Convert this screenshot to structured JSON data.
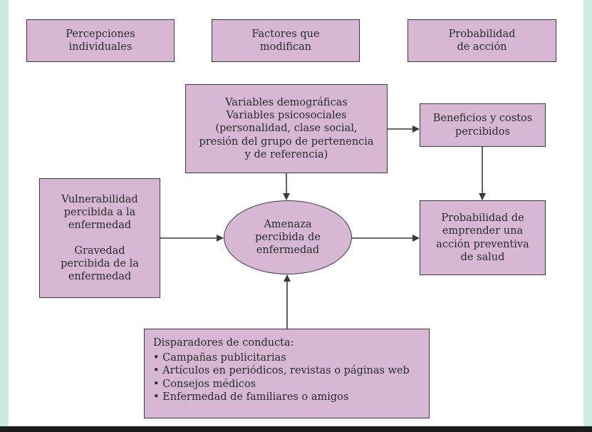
{
  "headers": {
    "left": [
      "Percepciones",
      "individuales"
    ],
    "middle": [
      "Factores que",
      "modifican"
    ],
    "right": [
      "Probabilidad",
      "de acción"
    ]
  },
  "modifiers": [
    "Variables demográficas",
    "Variables psicosociales",
    "(personalidad, clase social,",
    "presión del grupo de pertenencia",
    "y de referencia)"
  ],
  "benefits": [
    "Beneficios y costos",
    "percibidos"
  ],
  "perceptions": {
    "vulnerability": [
      "Vulnerabilidad",
      "percibida a la",
      "enfermedad"
    ],
    "severity": [
      "Gravedad",
      "percibida de la",
      "enfermedad"
    ]
  },
  "threat": [
    "Amenaza",
    "percibida de",
    "enfermedad"
  ],
  "probability": [
    "Probabilidad de",
    "emprender una",
    "acción preventiva",
    "de salud"
  ],
  "triggers": {
    "title": "Disparadores de conducta:",
    "items": [
      "Campañas publicitarias",
      "Artículos en periódicos, revistas o páginas web",
      "Consejos médicos",
      "Enfermedad de familiares o amigos"
    ]
  }
}
